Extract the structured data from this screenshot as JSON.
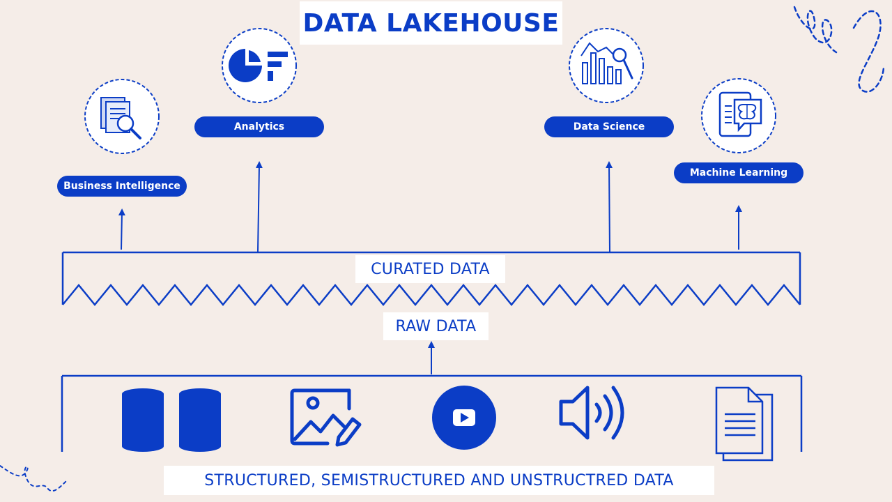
{
  "title": "DATA LAKEHOUSE",
  "consumers": {
    "business_intelligence": "Business Intelligence",
    "analytics": "Analytics",
    "data_science": "Data Science",
    "machine_learning": "Machine Learning"
  },
  "layers": {
    "curated": "CURATED DATA",
    "raw": "RAW DATA"
  },
  "sources_label": "STRUCTURED, SEMISTRUCTURED AND UNSTRUCTRED DATA",
  "icons": {
    "consumers": [
      "report-search-icon",
      "analytics-logo-icon",
      "chart-magnifier-icon",
      "machine-learning-brain-icon"
    ],
    "sources": [
      "database-icon",
      "database-icon",
      "image-edit-icon",
      "video-play-icon",
      "audio-speaker-icon",
      "document-icon"
    ]
  },
  "colors": {
    "primary": "#0b3dc6",
    "background": "#f5ede8",
    "label_background": "#ffffff"
  }
}
